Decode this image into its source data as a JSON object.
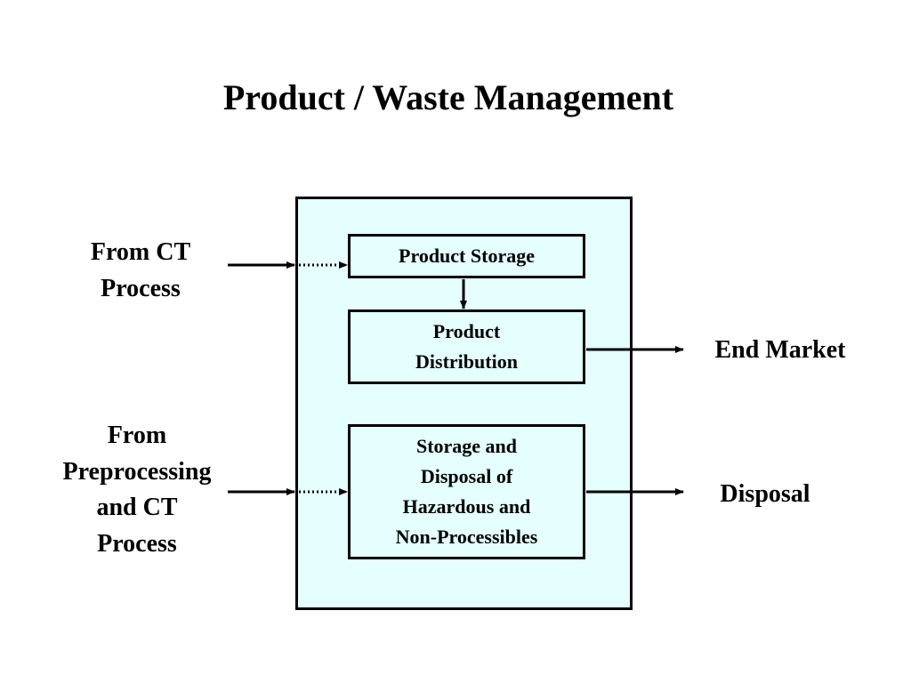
{
  "title": "Product / Waste Management",
  "inputs": {
    "from_ct": "From CT\nProcess",
    "from_preprocessing": "From\nPreprocessing\nand CT\nProcess"
  },
  "boxes": {
    "product_storage": "Product Storage",
    "product_distribution": "Product\nDistribution",
    "hazardous": "Storage and\nDisposal of\nHazardous and\nNon-Processibles"
  },
  "outputs": {
    "end_market": "End Market",
    "disposal": "Disposal"
  },
  "colors": {
    "container_fill": "#e5ffff",
    "line": "#000000"
  }
}
